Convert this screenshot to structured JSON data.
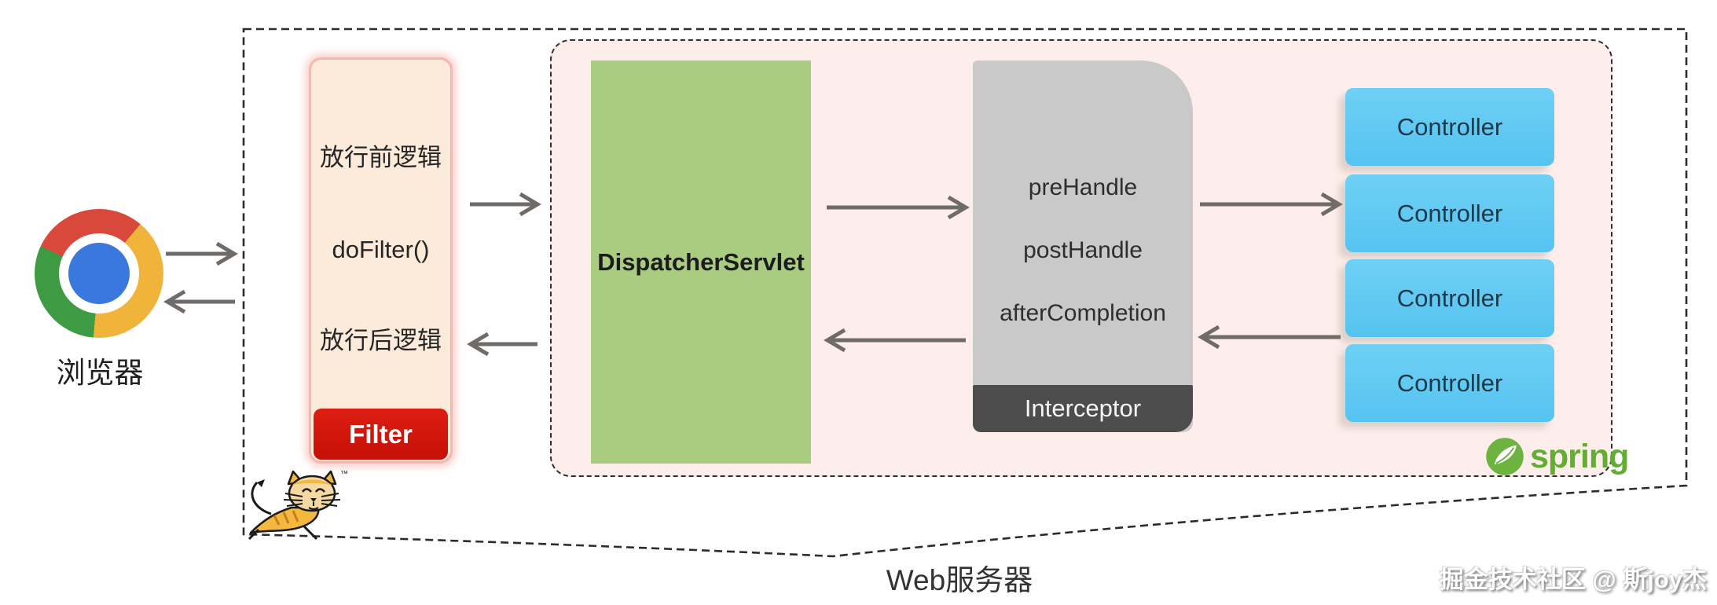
{
  "browser": {
    "icon": "chrome-icon",
    "label": "浏览器"
  },
  "filter": {
    "lines": [
      "放行前逻辑",
      "doFilter()",
      "放行后逻辑"
    ],
    "tag": "Filter"
  },
  "server": {
    "label": "Web服务器",
    "icon": "tomcat-logo",
    "spring_container": {
      "dispatcher_label": "DispatcherServlet",
      "interceptor": {
        "methods": [
          "preHandle",
          "postHandle",
          "afterCompletion"
        ],
        "tag": "Interceptor"
      },
      "controllers": [
        "Controller",
        "Controller",
        "Controller",
        "Controller"
      ],
      "spring_logo_label": "spring",
      "spring_logo_icon": "spring-leaf-icon"
    }
  },
  "watermark": "掘金技术社区 @ 斯joy杰",
  "colors": {
    "panel_pink": "#fdeeec",
    "filter_bg": "#fcebdb",
    "filter_border": "#f8b7ae",
    "filter_tag_red": "#d7190f",
    "dispatcher_green": "#a9cc81",
    "interceptor_gray": "#c9c9c9",
    "interceptor_tag_gray": "#4d4d4d",
    "controller_blue": "#5bc6f0",
    "arrow_gray": "#6f6b68",
    "spring_green": "#6db33f",
    "chrome_red": "#d8493c",
    "chrome_yellow": "#f1b43b",
    "chrome_green": "#3f9b43",
    "chrome_blue": "#3b78dd"
  }
}
